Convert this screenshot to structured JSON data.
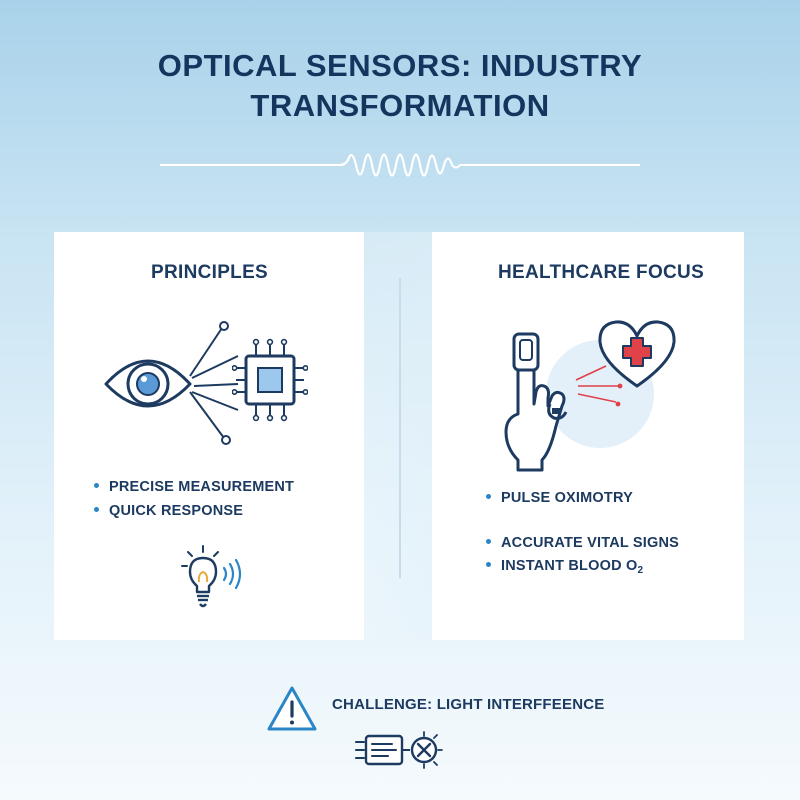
{
  "header": {
    "title_line1": "OPTICAL SENSORS: INDUSTRY",
    "title_line2": "TRANSFORMATION"
  },
  "principles": {
    "title": "PRINCIPLES",
    "bullets": [
      "PRECISE MEASUREMENT",
      "QUICK RESPONSE"
    ]
  },
  "healthcare": {
    "title": "HEALTHCARE FOCUS",
    "bullets": [
      "PULSE OXIMOTRY",
      "ACCURATE VITAL SIGNS",
      "INSTANT BLOOD O"
    ],
    "o2_subscript": "2"
  },
  "challenge": {
    "label": "CHALLENGE: LIGHT INTERFFEENCE"
  },
  "colors": {
    "navy": "#1d3a60",
    "accent_blue": "#2a86c7",
    "alert_red": "#e0424a"
  },
  "icons": [
    "sine-wave-icon",
    "eye-icon",
    "chip-icon",
    "lightbulb-icon",
    "finger-sensor-icon",
    "heart-cross-icon",
    "warning-icon",
    "interference-icon"
  ]
}
